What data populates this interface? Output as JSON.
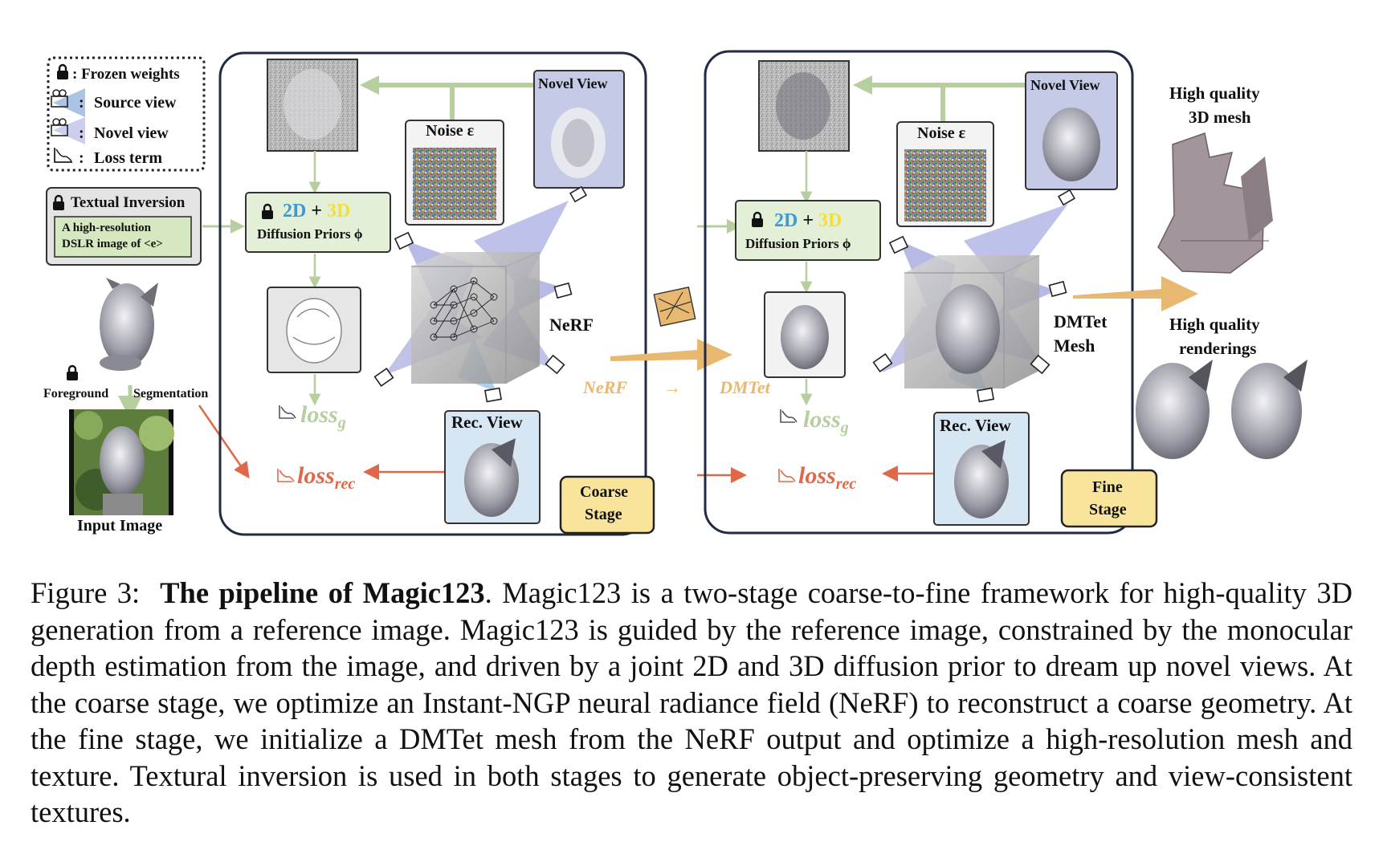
{
  "legend": {
    "frozen": ": Frozen weights",
    "source": "Source view",
    "novel": "Novel view",
    "loss": "Loss term"
  },
  "left": {
    "textual_inversion": "Textual Inversion",
    "prompt_line1": "A high-resolution",
    "prompt_line2": "DSLR image of <e>",
    "foreground": "Foreground",
    "segmentation": "Segmentation",
    "input_image": "Input Image"
  },
  "coarse": {
    "novel_view": "Novel View",
    "noise": "Noise ε",
    "prior_2d": "2D",
    "plus": "+",
    "prior_3d": "3D",
    "diffusion_priors": "Diffusion Priors ϕ",
    "loss_g": "loss",
    "loss_g_sub": "g",
    "loss_rec": "loss",
    "loss_rec_sub": "rec",
    "rec_view": "Rec. View",
    "model": "NeRF",
    "stage_line1": "Coarse",
    "stage_line2": "Stage"
  },
  "transfer": {
    "from": "NeRF",
    "arrow": "→",
    "to": "DMTet"
  },
  "fine": {
    "novel_view": "Novel View",
    "noise": "Noise ε",
    "prior_2d": "2D",
    "plus": "+",
    "prior_3d": "3D",
    "diffusion_priors": "Diffusion Priors ϕ",
    "loss_g": "loss",
    "loss_g_sub": "g",
    "loss_rec": "loss",
    "loss_rec_sub": "rec",
    "rec_view": "Rec. View",
    "model_line1": "DMTet",
    "model_line2": "Mesh",
    "stage_line1": "Fine",
    "stage_line2": "Stage"
  },
  "outputs": {
    "mesh_line1": "High quality",
    "mesh_line2": "3D mesh",
    "render_line1": "High quality",
    "render_line2": "renderings"
  },
  "caption": {
    "label": "Figure 3:",
    "title": "The pipeline of Magic123",
    "body": ".  Magic123 is a two-stage coarse-to-fine framework for high-quality 3D generation from a reference image. Magic123 is guided by the reference image, constrained by the monocular depth estimation from the image, and driven by a joint 2D and 3D diffusion prior to dream up novel views. At the coarse stage, we optimize an Instant-NGP neural radiance field (NeRF) to reconstruct a coarse geometry. At the fine stage, we initialize a DMTet mesh from the NeRF output and optimize a high-resolution mesh and texture. Textural inversion is used in both stages to generate object-preserving geometry and view-consistent textures."
  },
  "colors": {
    "green_arrow": "#b7cf9f",
    "red_arrow": "#e0684a",
    "prior_box": "#e3efd6",
    "view_box": "#c5cae6",
    "rec_box": "#d6e6f3",
    "stage_box": "#f9e49b",
    "orange": "#e9b870",
    "blue_2d": "#3c9ad8",
    "yellow_3d": "#f2df3c"
  }
}
